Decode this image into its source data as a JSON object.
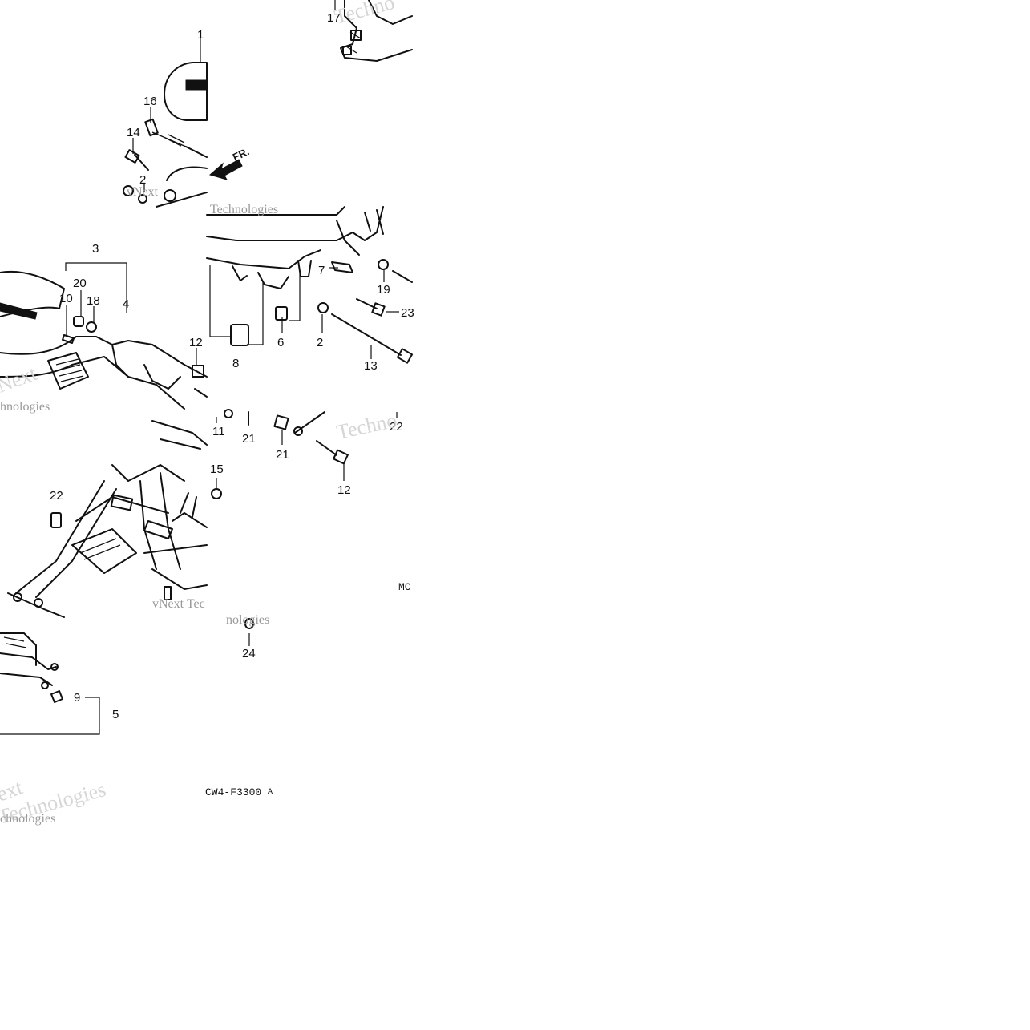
{
  "diagram": {
    "callouts": {
      "c1": "1",
      "c2a": "2",
      "c2b": "2",
      "c3": "3",
      "c4": "4",
      "c5": "5",
      "c6": "6",
      "c7": "7",
      "c8": "8",
      "c9": "9",
      "c10": "10",
      "c11": "11",
      "c12a": "12",
      "c12b": "12",
      "c13": "13",
      "c14": "14",
      "c15": "15",
      "c16": "16",
      "c17": "17",
      "c18": "18",
      "c19": "19",
      "c20": "20",
      "c21a": "21",
      "c21b": "21",
      "c22a": "22",
      "c22b": "22",
      "c23": "23",
      "c24": "24"
    },
    "direction_label": "FR.",
    "figure_code": "CW4-F3300",
    "figure_suffix": "A",
    "partial_code": "MC",
    "watermarks": {
      "w1": "Techno",
      "w2": "vNext",
      "w3": "Technologies",
      "w4": "Next",
      "w5": "hnologies",
      "w6": "Techno",
      "w7": "vNext Tec",
      "w8": "nologies",
      "w9": "ext",
      "w10": "Technologies",
      "w11": "chnologies"
    }
  }
}
